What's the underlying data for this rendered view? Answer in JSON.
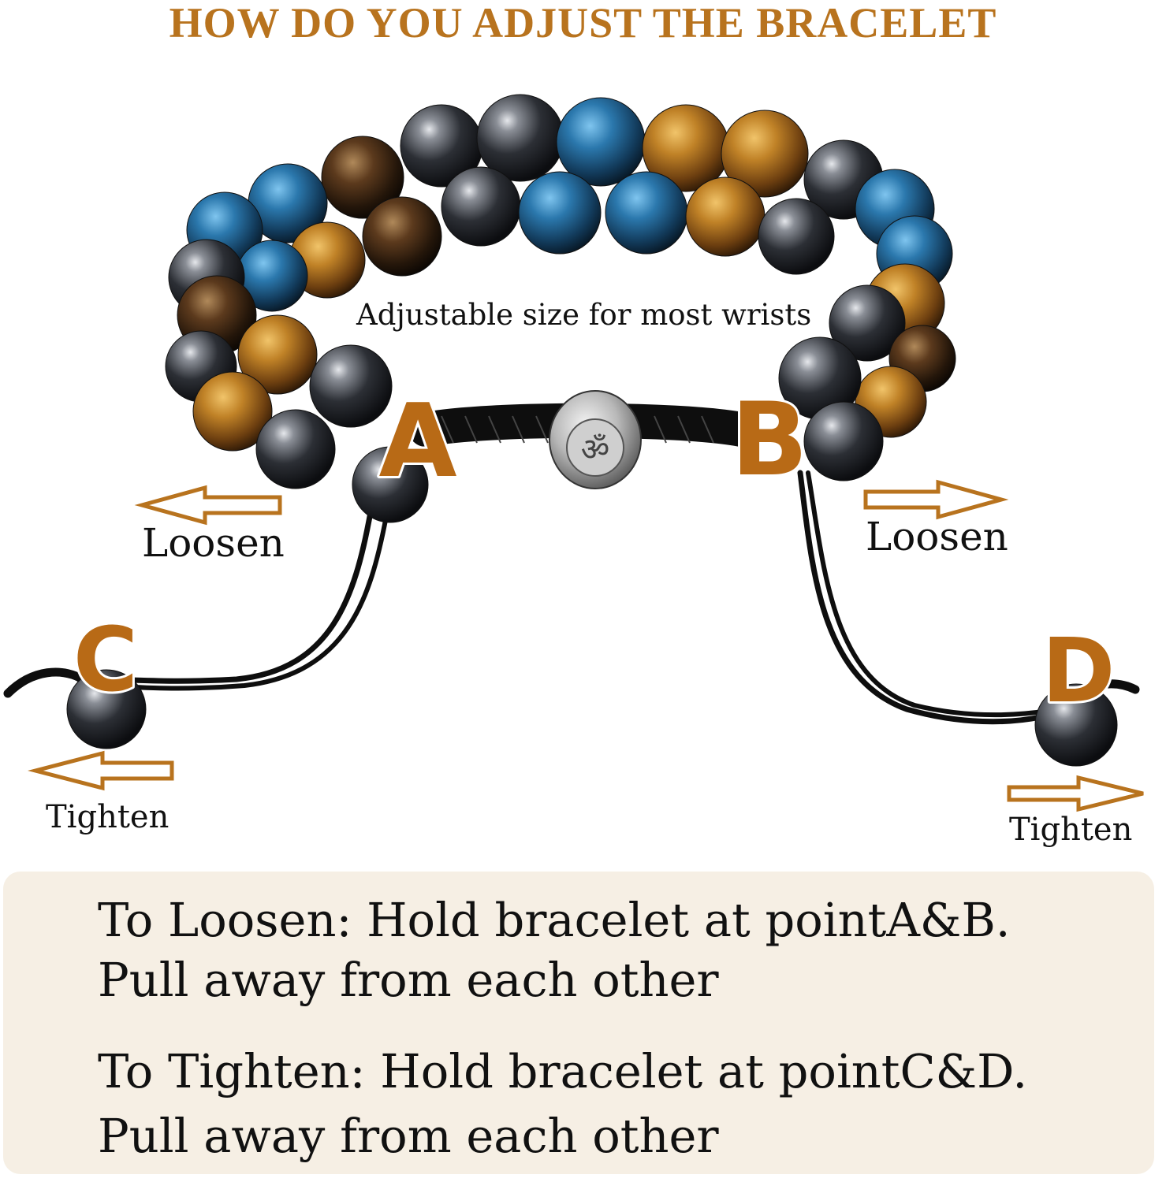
{
  "title": "HOW DO YOU ADJUST THE BRACELET",
  "adjustable_label": "Adjustable size for most wrists",
  "points": {
    "a": "A",
    "b": "B",
    "c": "C",
    "d": "D"
  },
  "labels": {
    "loosen_left": "Loosen",
    "loosen_right": "Loosen",
    "tighten_left": "Tighten",
    "tighten_right": "Tighten"
  },
  "instructions": {
    "loosen_line1": "To Loosen: Hold bracelet at pointA&B.",
    "loosen_line2": "Pull away from each other",
    "tighten_line1": "To Tighten: Hold bracelet at pointC&D.",
    "tighten_line2": "Pull away from each other"
  },
  "colors": {
    "accent": "#b8731e",
    "panel_bg": "#f6efe4",
    "hematite": "#3a3d44",
    "tiger_eye": "#b87a22",
    "blue_tiger_eye": "#1f5a85",
    "cord": "#111111"
  },
  "icons": {
    "charm": "om-symbol-icon",
    "arrows": "outline-arrow-icon"
  }
}
